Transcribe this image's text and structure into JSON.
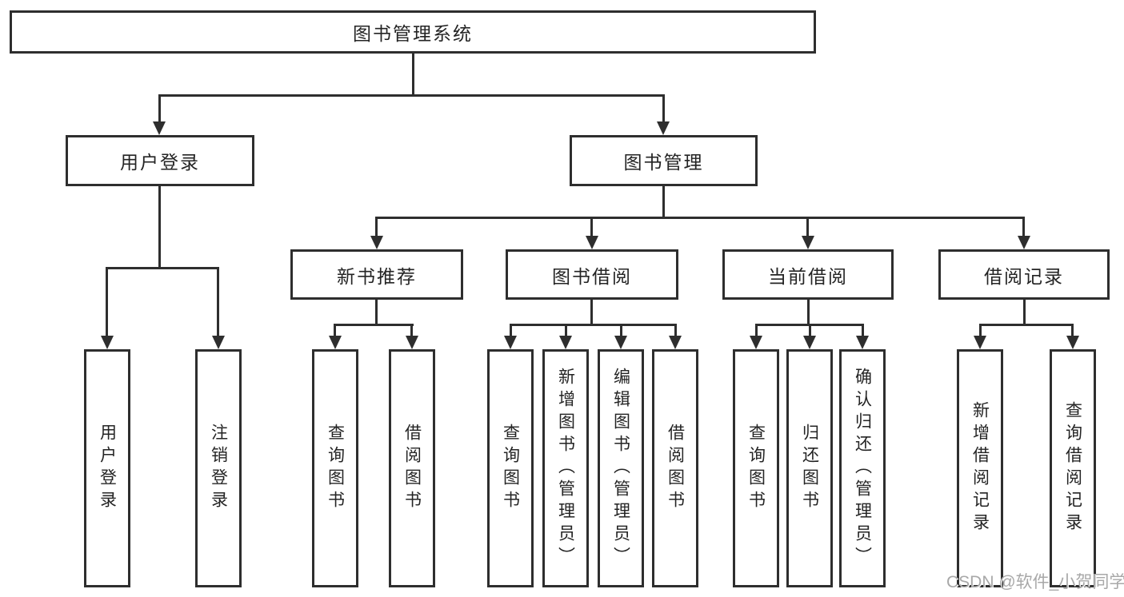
{
  "tree": {
    "root": {
      "label": "图书管理系统"
    },
    "level2": [
      {
        "label": "用户登录",
        "children": [
          {
            "label": "用户登录"
          },
          {
            "label": "注销登录"
          }
        ]
      },
      {
        "label": "图书管理",
        "children": [
          {
            "label": "新书推荐",
            "children": [
              {
                "label": "查询图书"
              },
              {
                "label": "借阅图书"
              }
            ]
          },
          {
            "label": "图书借阅",
            "children": [
              {
                "label": "查询图书"
              },
              {
                "label": "新增图书（管理员）"
              },
              {
                "label": "编辑图书（管理员）"
              },
              {
                "label": "借阅图书"
              }
            ]
          },
          {
            "label": "当前借阅",
            "children": [
              {
                "label": "查询图书"
              },
              {
                "label": "归还图书"
              },
              {
                "label": "确认归还（管理员）"
              }
            ]
          },
          {
            "label": "借阅记录",
            "children": [
              {
                "label": "新增借阅记录"
              },
              {
                "label": "查询借阅记录"
              }
            ]
          }
        ]
      }
    ]
  },
  "watermark": {
    "text": "CSDN @软件_小贺同学"
  },
  "colors": {
    "line": "#2e2e2e",
    "box_border": "#2e2e2e",
    "text": "#242424",
    "watermark": "#a8a8a8",
    "background": "#ffffff"
  }
}
